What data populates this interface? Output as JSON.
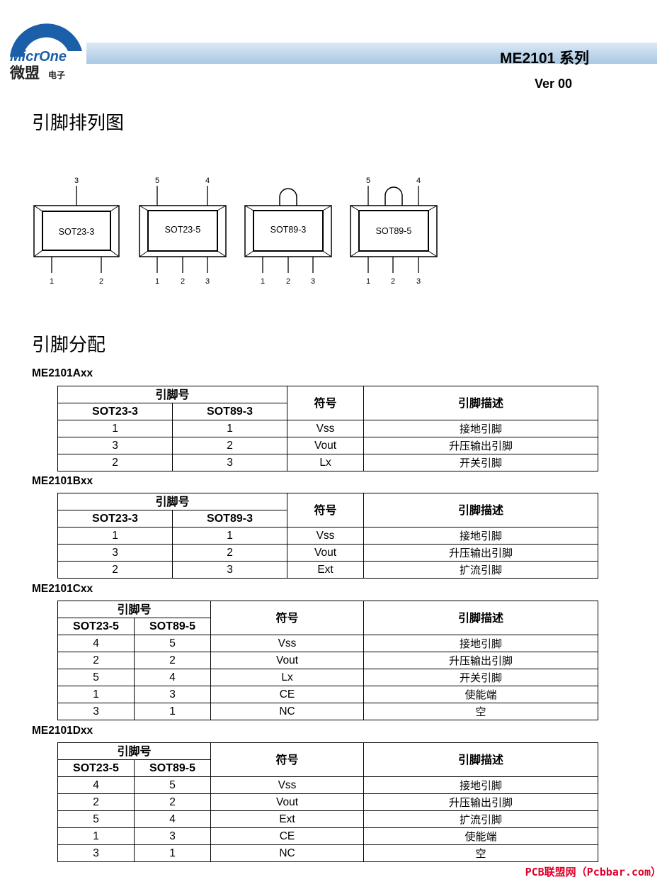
{
  "header": {
    "logo_text": "MicrOne",
    "logo_cn": "微盟",
    "logo_sub": "电子",
    "title": "ME2101 系列",
    "version": "Ver 00"
  },
  "section_pinout": {
    "heading": "引脚排列图",
    "packages": [
      {
        "name": "SOT23-3",
        "top_pins": [
          "3"
        ],
        "bottom_pins": [
          "1",
          "2"
        ]
      },
      {
        "name": "SOT23-5",
        "top_pins": [
          "5",
          "4"
        ],
        "bottom_pins": [
          "1",
          "2",
          "3"
        ]
      },
      {
        "name": "SOT89-3",
        "top_pins": [],
        "bottom_pins": [
          "1",
          "2",
          "3"
        ]
      },
      {
        "name": "SOT89-5",
        "top_pins": [
          "5",
          "4"
        ],
        "bottom_pins": [
          "1",
          "2",
          "3"
        ]
      }
    ]
  },
  "section_assignment": {
    "heading": "引脚分配",
    "tables": [
      {
        "model": "ME2101Axx",
        "group_header": "引脚号",
        "col_pkg1": "SOT23-3",
        "col_pkg2": "SOT89-3",
        "col_symbol": "符号",
        "col_desc": "引脚描述",
        "rows": [
          {
            "p1": "1",
            "p2": "1",
            "sym": "Vss",
            "desc": "接地引脚"
          },
          {
            "p1": "3",
            "p2": "2",
            "sym": "Vout",
            "desc": "升压输出引脚"
          },
          {
            "p1": "2",
            "p2": "3",
            "sym": "Lx",
            "desc": "开关引脚"
          }
        ]
      },
      {
        "model": "ME2101Bxx",
        "group_header": "引脚号",
        "col_pkg1": "SOT23-3",
        "col_pkg2": "SOT89-3",
        "col_symbol": "符号",
        "col_desc": "引脚描述",
        "rows": [
          {
            "p1": "1",
            "p2": "1",
            "sym": "Vss",
            "desc": "接地引脚"
          },
          {
            "p1": "3",
            "p2": "2",
            "sym": "Vout",
            "desc": "升压输出引脚"
          },
          {
            "p1": "2",
            "p2": "3",
            "sym": "Ext",
            "desc": "扩流引脚"
          }
        ]
      },
      {
        "model": "ME2101Cxx",
        "group_header": "引脚号",
        "col_pkg1": "SOT23-5",
        "col_pkg2": "SOT89-5",
        "col_symbol": "符号",
        "col_desc": "引脚描述",
        "rows": [
          {
            "p1": "4",
            "p2": "5",
            "sym": "Vss",
            "desc": "接地引脚"
          },
          {
            "p1": "2",
            "p2": "2",
            "sym": "Vout",
            "desc": "升压输出引脚"
          },
          {
            "p1": "5",
            "p2": "4",
            "sym": "Lx",
            "desc": "开关引脚"
          },
          {
            "p1": "1",
            "p2": "3",
            "sym": "CE",
            "desc": "使能端"
          },
          {
            "p1": "3",
            "p2": "1",
            "sym": "NC",
            "desc": "空"
          }
        ]
      },
      {
        "model": "ME2101Dxx",
        "group_header": "引脚号",
        "col_pkg1": "SOT23-5",
        "col_pkg2": "SOT89-5",
        "col_symbol": "符号",
        "col_desc": "引脚描述",
        "rows": [
          {
            "p1": "4",
            "p2": "5",
            "sym": "Vss",
            "desc": "接地引脚"
          },
          {
            "p1": "2",
            "p2": "2",
            "sym": "Vout",
            "desc": "升压输出引脚"
          },
          {
            "p1": "5",
            "p2": "4",
            "sym": "Ext",
            "desc": "扩流引脚"
          },
          {
            "p1": "1",
            "p2": "3",
            "sym": "CE",
            "desc": "使能端"
          },
          {
            "p1": "3",
            "p2": "1",
            "sym": "NC",
            "desc": "空"
          }
        ]
      }
    ]
  },
  "footer": {
    "watermark": "PCB联盟网（Pcbbar.com）"
  },
  "colors": {
    "logo_blue": "#1a5fa8",
    "header_bar": "#b7d2ea",
    "watermark": "#e0002a"
  }
}
